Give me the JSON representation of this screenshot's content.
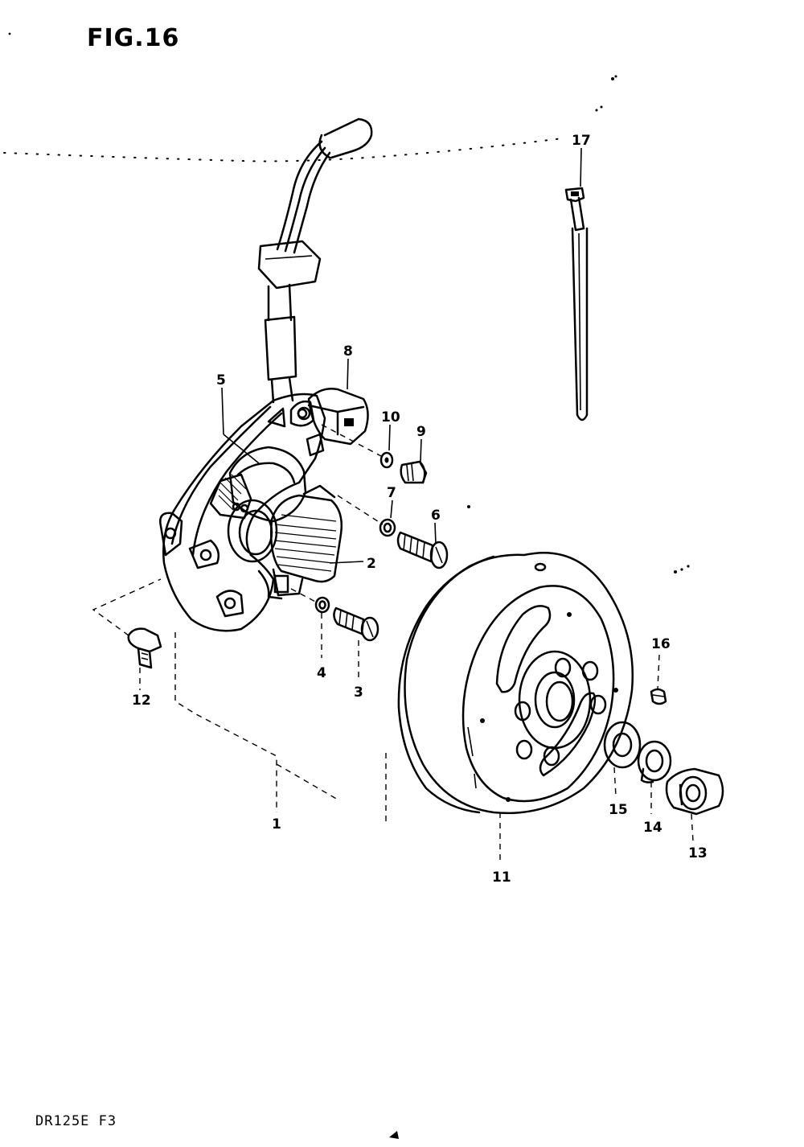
{
  "figure": {
    "title": "FIG.16",
    "footer_code": "DR125E F3"
  },
  "callouts": [
    {
      "id": "part-1",
      "label": "1"
    },
    {
      "id": "part-2",
      "label": "2"
    },
    {
      "id": "part-3",
      "label": "3"
    },
    {
      "id": "part-4",
      "label": "4"
    },
    {
      "id": "part-5",
      "label": "5"
    },
    {
      "id": "part-6",
      "label": "6"
    },
    {
      "id": "part-7",
      "label": "7"
    },
    {
      "id": "part-8",
      "label": "8"
    },
    {
      "id": "part-9",
      "label": "9"
    },
    {
      "id": "part-10",
      "label": "10"
    },
    {
      "id": "part-11",
      "label": "11"
    },
    {
      "id": "part-12",
      "label": "12"
    },
    {
      "id": "part-13",
      "label": "13"
    },
    {
      "id": "part-14",
      "label": "14"
    },
    {
      "id": "part-15",
      "label": "15"
    },
    {
      "id": "part-16",
      "label": "16"
    },
    {
      "id": "part-17",
      "label": "17"
    }
  ]
}
